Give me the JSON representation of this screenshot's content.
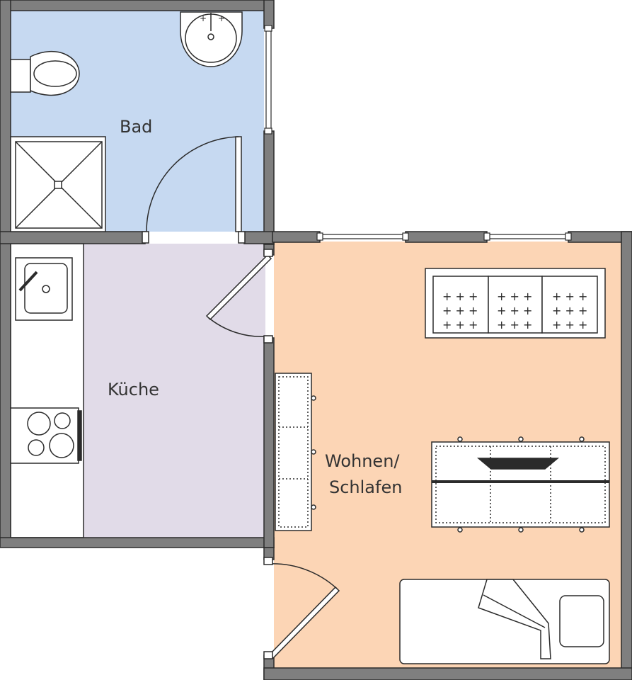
{
  "rooms": {
    "bad": {
      "label": "Bad"
    },
    "kueche": {
      "label": "Küche"
    },
    "wohnen": {
      "label_line1": "Wohnen/",
      "label_line2": "Schlafen"
    }
  },
  "colors": {
    "bad_floor": "#c6d9f1",
    "kueche_floor": "#e1dbe8",
    "wohnen_floor": "#fcd5b5",
    "wall": "#7f7f7f",
    "outline": "#2b2b2b"
  },
  "icons": [
    "toilet-icon",
    "washbasin-icon",
    "shower-icon",
    "sink-icon",
    "stove-icon",
    "sofa-icon",
    "table-icon",
    "bed-icon",
    "shelf-icon",
    "door-icon",
    "window-icon"
  ]
}
